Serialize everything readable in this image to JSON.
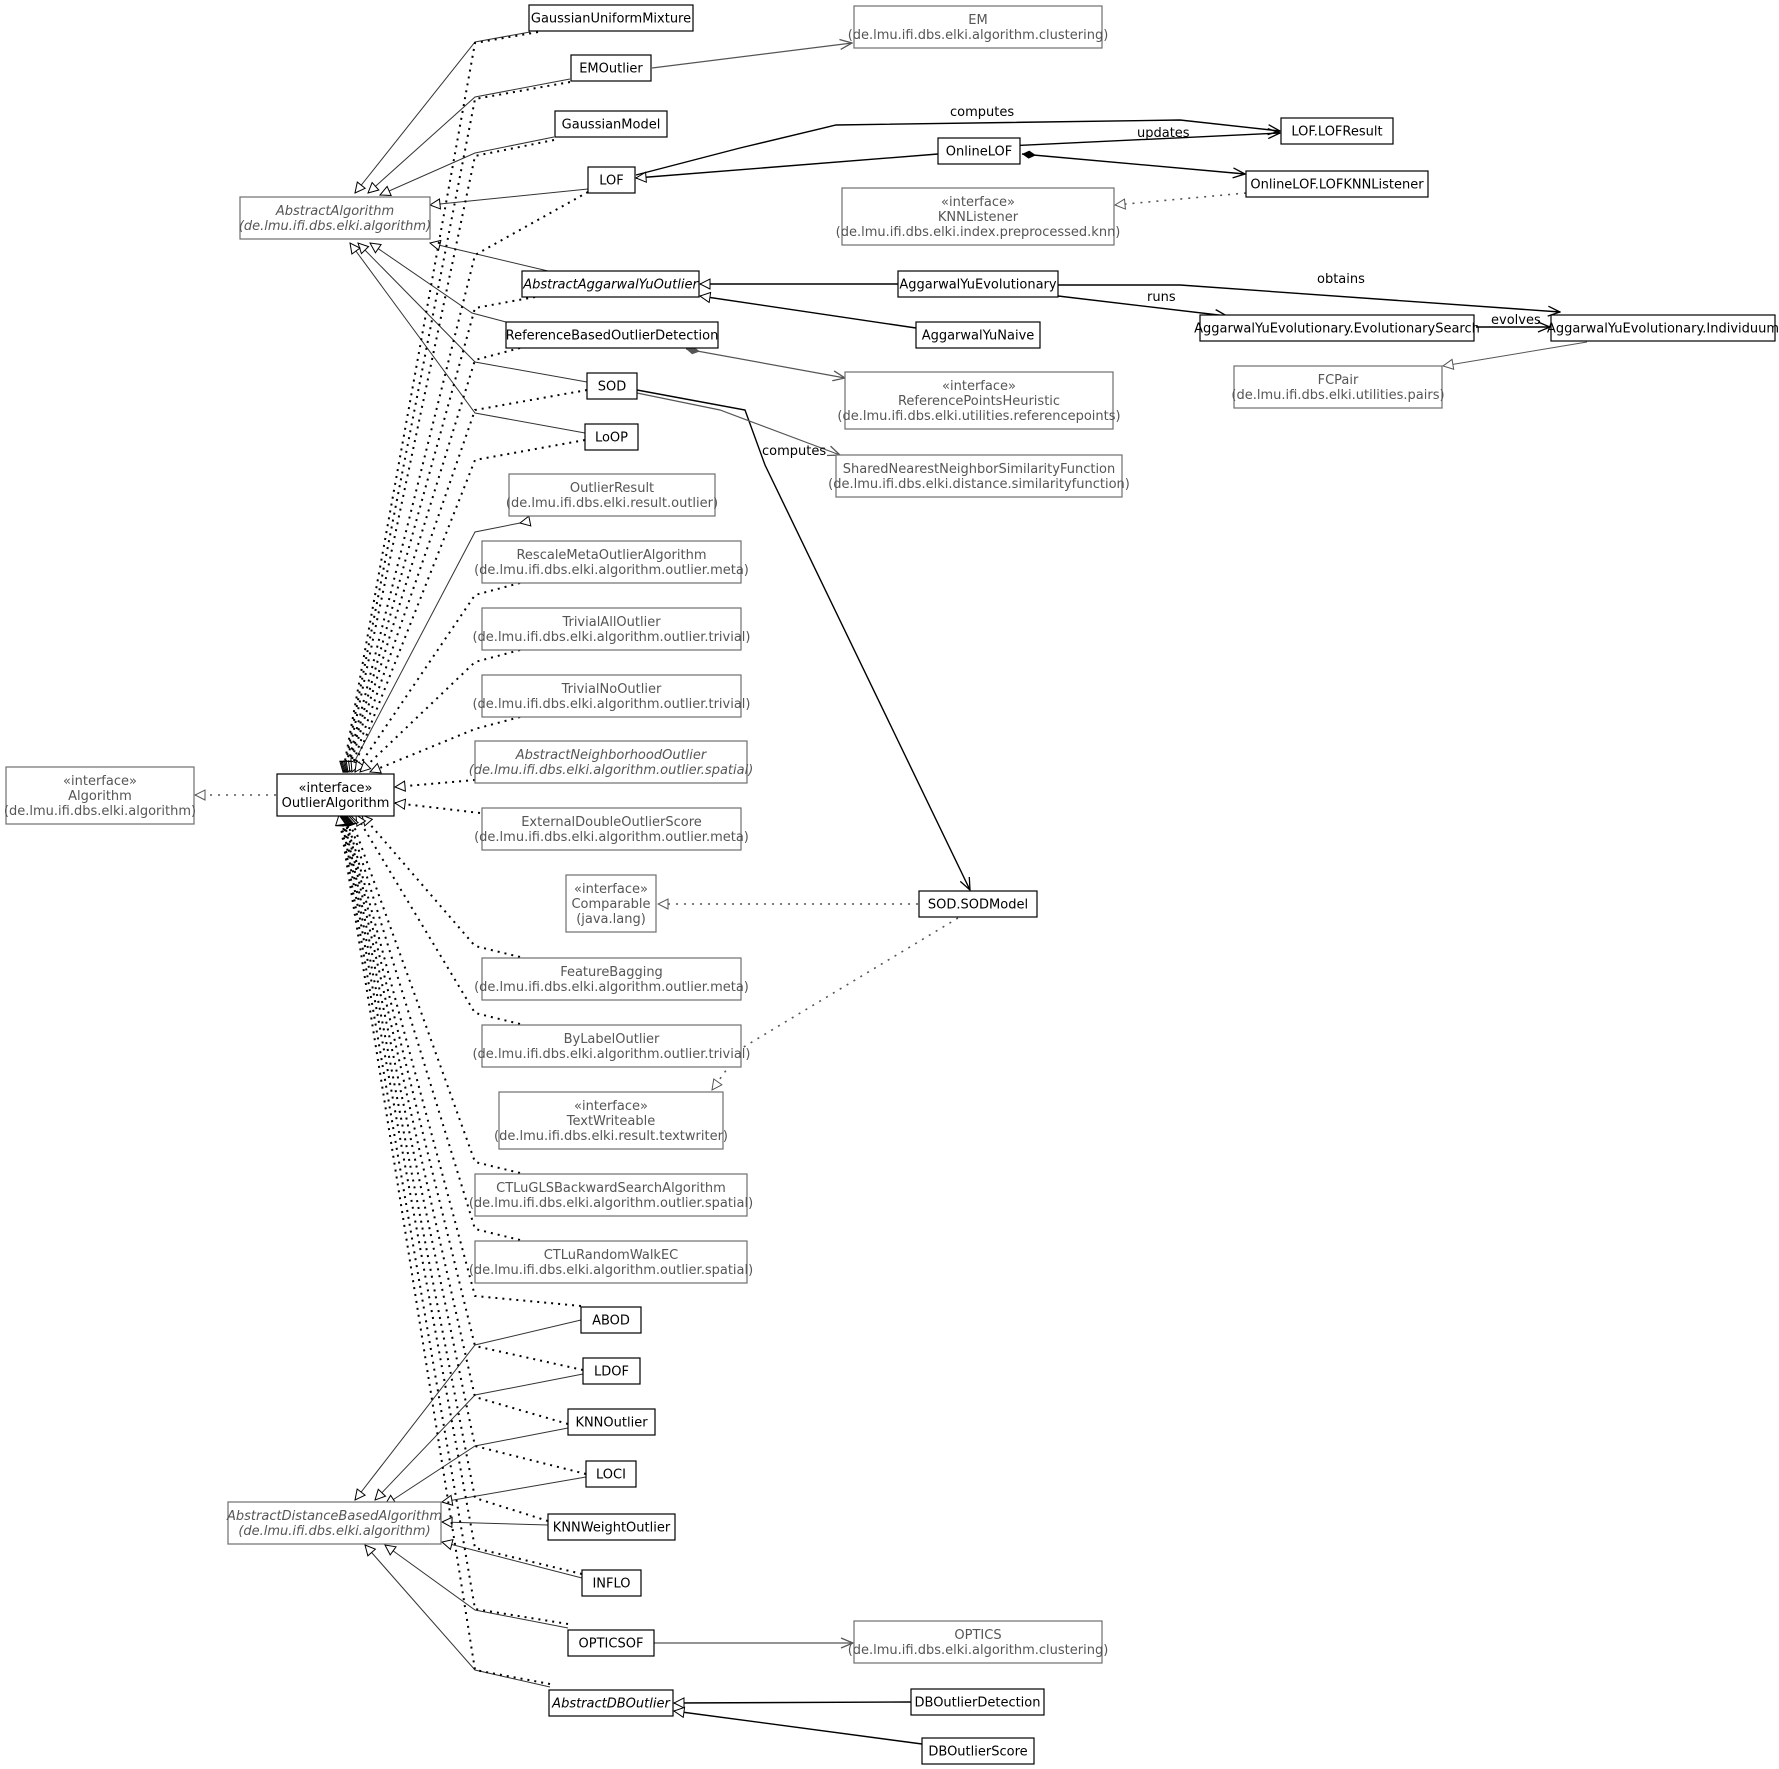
{
  "nodes": {
    "GaussianUniformMixture": {
      "lines": [
        "GaussianUniformMixture"
      ]
    },
    "EMOutlier": {
      "lines": [
        "EMOutlier"
      ]
    },
    "GaussianModel": {
      "lines": [
        "GaussianModel"
      ]
    },
    "LOF": {
      "lines": [
        "LOF"
      ]
    },
    "EM": {
      "lines": [
        "EM",
        "(de.lmu.ifi.dbs.elki.algorithm.clustering)"
      ]
    },
    "LOFResult": {
      "lines": [
        "LOF.LOFResult"
      ]
    },
    "OnlineLOF": {
      "lines": [
        "OnlineLOF"
      ]
    },
    "LOFKNNListener": {
      "lines": [
        "OnlineLOF.LOFKNNListener"
      ]
    },
    "KNNListener": {
      "lines": [
        "«interface»",
        "KNNListener",
        "(de.lmu.ifi.dbs.elki.index.preprocessed.knn)"
      ]
    },
    "AbstractAlgorithm": {
      "lines": [
        "AbstractAlgorithm",
        "(de.lmu.ifi.dbs.elki.algorithm)"
      ]
    },
    "AbstractAggarwalYuOutlier": {
      "lines": [
        "AbstractAggarwalYuOutlier"
      ]
    },
    "AggarwalYuEvolutionary": {
      "lines": [
        "AggarwalYuEvolutionary"
      ]
    },
    "AggarwalYuNaive": {
      "lines": [
        "AggarwalYuNaive"
      ]
    },
    "EvolutionarySearch": {
      "lines": [
        "AggarwalYuEvolutionary.EvolutionarySearch"
      ]
    },
    "Individuum": {
      "lines": [
        "AggarwalYuEvolutionary.Individuum"
      ]
    },
    "FCPair": {
      "lines": [
        "FCPair",
        "(de.lmu.ifi.dbs.elki.utilities.pairs)"
      ]
    },
    "ReferenceBasedOutlierDetection": {
      "lines": [
        "ReferenceBasedOutlierDetection"
      ]
    },
    "ReferencePointsHeuristic": {
      "lines": [
        "«interface»",
        "ReferencePointsHeuristic",
        "(de.lmu.ifi.dbs.elki.utilities.referencepoints)"
      ]
    },
    "SOD": {
      "lines": [
        "SOD"
      ]
    },
    "SNNSimilarityFunction": {
      "lines": [
        "SharedNearestNeighborSimilarityFunction",
        "(de.lmu.ifi.dbs.elki.distance.similarityfunction)"
      ]
    },
    "LoOP": {
      "lines": [
        "LoOP"
      ]
    },
    "OutlierResult": {
      "lines": [
        "OutlierResult",
        "(de.lmu.ifi.dbs.elki.result.outlier)"
      ]
    },
    "RescaleMetaOutlierAlgorithm": {
      "lines": [
        "RescaleMetaOutlierAlgorithm",
        "(de.lmu.ifi.dbs.elki.algorithm.outlier.meta)"
      ]
    },
    "TrivialAllOutlier": {
      "lines": [
        "TrivialAllOutlier",
        "(de.lmu.ifi.dbs.elki.algorithm.outlier.trivial)"
      ]
    },
    "TrivialNoOutlier": {
      "lines": [
        "TrivialNoOutlier",
        "(de.lmu.ifi.dbs.elki.algorithm.outlier.trivial)"
      ]
    },
    "AbstractNeighborhoodOutlier": {
      "lines": [
        "AbstractNeighborhoodOutlier",
        "(de.lmu.ifi.dbs.elki.algorithm.outlier.spatial)"
      ]
    },
    "Algorithm": {
      "lines": [
        "«interface»",
        "Algorithm",
        "(de.lmu.ifi.dbs.elki.algorithm)"
      ]
    },
    "OutlierAlgorithm": {
      "lines": [
        "«interface»",
        "OutlierAlgorithm"
      ]
    },
    "ExternalDoubleOutlierScore": {
      "lines": [
        "ExternalDoubleOutlierScore",
        "(de.lmu.ifi.dbs.elki.algorithm.outlier.meta)"
      ]
    },
    "Comparable": {
      "lines": [
        "«interface»",
        "Comparable",
        "(java.lang)"
      ]
    },
    "SODModel": {
      "lines": [
        "SOD.SODModel"
      ]
    },
    "FeatureBagging": {
      "lines": [
        "FeatureBagging",
        "(de.lmu.ifi.dbs.elki.algorithm.outlier.meta)"
      ]
    },
    "ByLabelOutlier": {
      "lines": [
        "ByLabelOutlier",
        "(de.lmu.ifi.dbs.elki.algorithm.outlier.trivial)"
      ]
    },
    "TextWriteable": {
      "lines": [
        "«interface»",
        "TextWriteable",
        "(de.lmu.ifi.dbs.elki.result.textwriter)"
      ]
    },
    "CTLuGLSBackwardSearchAlgorithm": {
      "lines": [
        "CTLuGLSBackwardSearchAlgorithm",
        "(de.lmu.ifi.dbs.elki.algorithm.outlier.spatial)"
      ]
    },
    "CTLuRandomWalkEC": {
      "lines": [
        "CTLuRandomWalkEC",
        "(de.lmu.ifi.dbs.elki.algorithm.outlier.spatial)"
      ]
    },
    "ABOD": {
      "lines": [
        "ABOD"
      ]
    },
    "LDOF": {
      "lines": [
        "LDOF"
      ]
    },
    "KNNOutlier": {
      "lines": [
        "KNNOutlier"
      ]
    },
    "LOCI": {
      "lines": [
        "LOCI"
      ]
    },
    "AbstractDistanceBasedAlgorithm": {
      "lines": [
        "AbstractDistanceBasedAlgorithm",
        "(de.lmu.ifi.dbs.elki.algorithm)"
      ]
    },
    "KNNWeightOutlier": {
      "lines": [
        "KNNWeightOutlier"
      ]
    },
    "INFLO": {
      "lines": [
        "INFLO"
      ]
    },
    "OPTICSOF": {
      "lines": [
        "OPTICSOF"
      ]
    },
    "OPTICS": {
      "lines": [
        "OPTICS",
        "(de.lmu.ifi.dbs.elki.algorithm.clustering)"
      ]
    },
    "AbstractDBOutlier": {
      "lines": [
        "AbstractDBOutlier"
      ]
    },
    "DBOutlierDetection": {
      "lines": [
        "DBOutlierDetection"
      ]
    },
    "DBOutlierScore": {
      "lines": [
        "DBOutlierScore"
      ]
    }
  },
  "edge_labels": {
    "lof_computes": "computes",
    "onlinelof_updates": "updates",
    "evolutionary_obtains": "obtains",
    "evolutionary_runs": "runs",
    "search_evolves": "evolves",
    "sod_computes": "computes"
  }
}
